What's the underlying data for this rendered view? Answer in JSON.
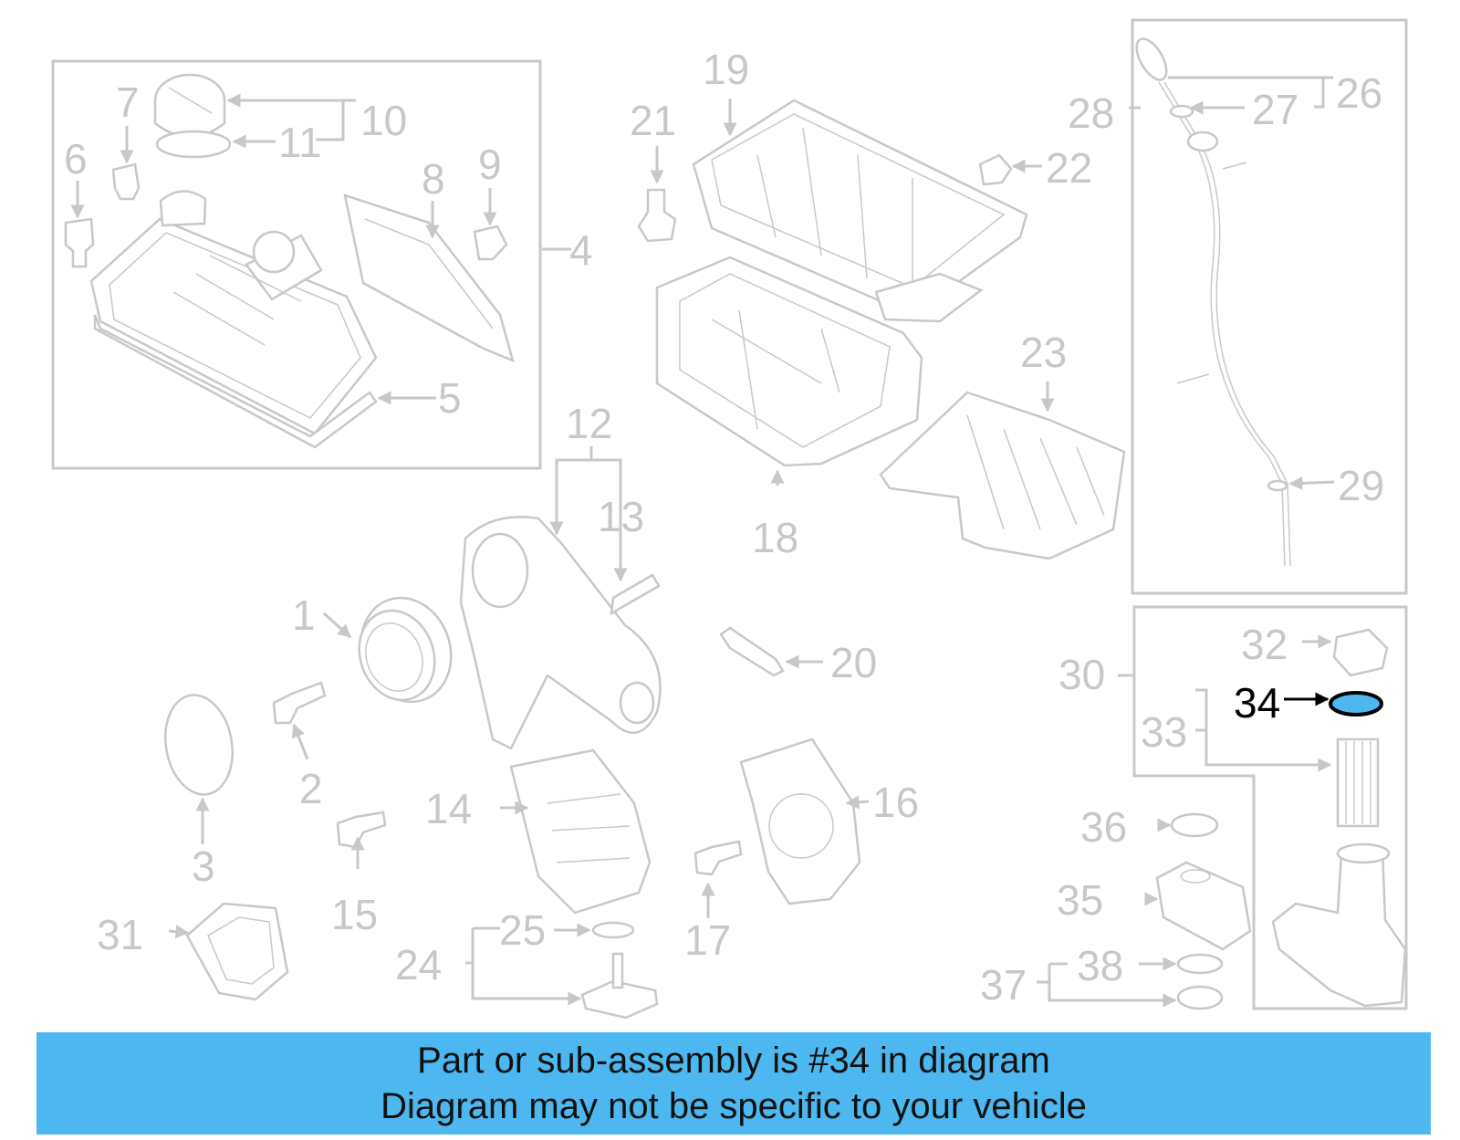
{
  "diagram": {
    "highlight_part": "34",
    "highlight_color": "#4db8ef",
    "callouts": [
      "1",
      "2",
      "3",
      "4",
      "5",
      "6",
      "7",
      "8",
      "9",
      "10",
      "11",
      "12",
      "13",
      "14",
      "15",
      "16",
      "17",
      "18",
      "19",
      "20",
      "21",
      "22",
      "23",
      "24",
      "25",
      "26",
      "27",
      "28",
      "29",
      "30",
      "31",
      "32",
      "33",
      "34",
      "35",
      "36",
      "37",
      "38"
    ]
  },
  "banner": {
    "line1": "Part or sub-assembly is #34 in diagram",
    "line2": "Diagram may not be specific to your vehicle",
    "background": "#4db8ef"
  }
}
